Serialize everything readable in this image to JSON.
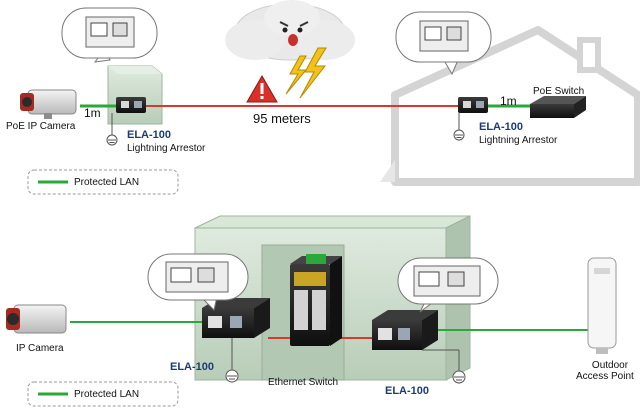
{
  "top": {
    "camera_label": "PoE IP Camera",
    "left_distance": "1m",
    "right_distance": "1m",
    "cable_length": "95 meters",
    "left_arrestor_model": "ELA-100",
    "left_arrestor_desc": "Lightning Arrestor",
    "right_arrestor_model": "ELA-100",
    "right_arrestor_desc": "Lightning Arrestor",
    "switch_label": "PoE Switch",
    "legend_label": "Protected LAN"
  },
  "bottom": {
    "camera_label": "IP Camera",
    "left_arrestor_model": "ELA-100",
    "right_arrestor_model": "ELA-100",
    "switch_label": "Ethernet Switch",
    "ap_label_line1": "Outdoor",
    "ap_label_line2": "Access Point",
    "legend_label": "Protected LAN"
  },
  "colors": {
    "protected_lan": "#2aa83a",
    "unprotected_cable": "#d63a2e",
    "model_text": "#1f3a7a",
    "enclosure": "#c9dcc9"
  },
  "icons": [
    "cloud-icon",
    "lightning-icon",
    "warning-icon",
    "ground-icon",
    "rj45-port-icon",
    "house-icon"
  ]
}
